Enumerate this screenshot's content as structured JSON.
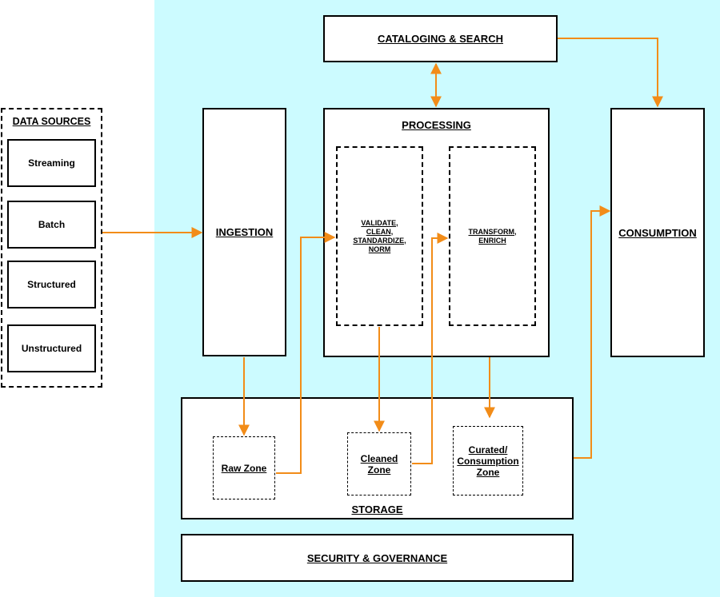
{
  "colors": {
    "background_panel": "#ccfbff",
    "arrow": "#f28c18",
    "box_border": "#000000"
  },
  "data_sources": {
    "title": "DATA SOURCES",
    "items": [
      "Streaming",
      "Batch",
      "Structured",
      "Unstructured"
    ]
  },
  "ingestion": {
    "label": "INGESTION"
  },
  "cataloging": {
    "label": "CATALOGING & SEARCH"
  },
  "processing": {
    "title": "PROCESSING",
    "stage1": [
      "VALIDATE,",
      "CLEAN,",
      "STANDARDIZE,",
      "NORM"
    ],
    "stage2": [
      "TRANSFORM,",
      "ENRICH"
    ]
  },
  "consumption": {
    "label": "CONSUMPTION"
  },
  "storage": {
    "title": "STORAGE",
    "raw": "Raw Zone",
    "cleaned": [
      "Cleaned",
      "Zone"
    ],
    "curated": [
      "Curated/",
      "Consumption",
      "Zone"
    ]
  },
  "security": {
    "label": "SECURITY & GOVERNANCE"
  },
  "icons": {
    "connector": "arrow-icon"
  }
}
